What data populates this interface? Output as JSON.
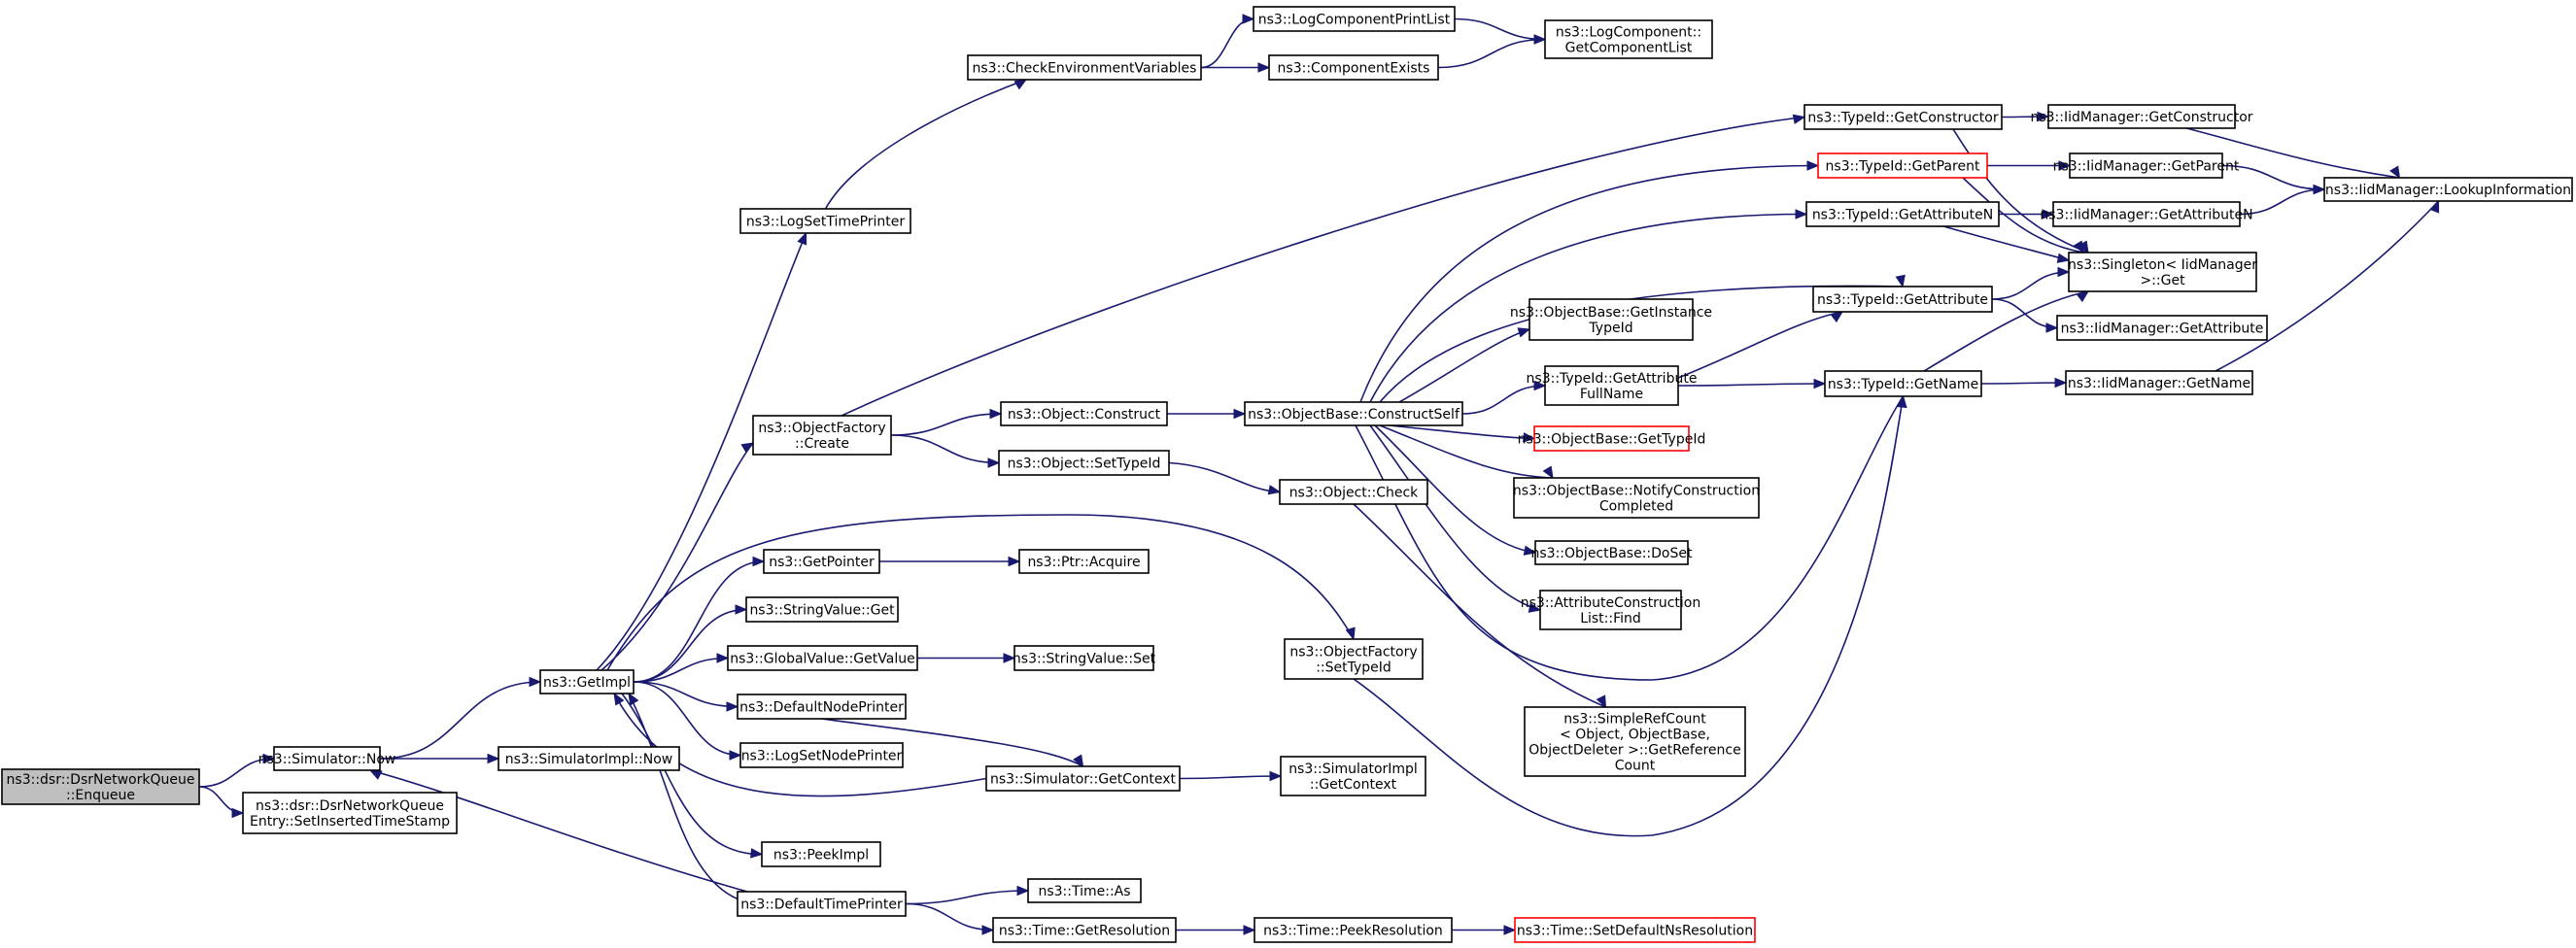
{
  "graph": {
    "title": "",
    "accent_colors": {
      "edge": "#191970",
      "node_border": "#000000",
      "root_fill": "#bfbfbf",
      "highlight_border": "#ff0000"
    },
    "nodes": {
      "enqueue": {
        "lines": [
          "ns3::dsr::DsrNetworkQueue",
          "::Enqueue"
        ]
      },
      "sim_now": {
        "lines": [
          "ns3::Simulator::Now"
        ]
      },
      "set_inserted": {
        "lines": [
          "ns3::dsr::DsrNetworkQueue",
          "Entry::SetInsertedTimeStamp"
        ]
      },
      "get_impl": {
        "lines": [
          "ns3::GetImpl"
        ]
      },
      "simimpl_now": {
        "lines": [
          "ns3::SimulatorImpl::Now"
        ]
      },
      "log_set_time_printer": {
        "lines": [
          "ns3::LogSetTimePrinter"
        ]
      },
      "object_factory_create": {
        "lines": [
          "ns3::ObjectFactory",
          "::Create"
        ]
      },
      "get_pointer": {
        "lines": [
          "ns3::GetPointer"
        ]
      },
      "stringvalue_get": {
        "lines": [
          "ns3::StringValue::Get"
        ]
      },
      "globalvalue_getvalue": {
        "lines": [
          "ns3::GlobalValue::GetValue"
        ]
      },
      "default_node_printer": {
        "lines": [
          "ns3::DefaultNodePrinter"
        ]
      },
      "log_set_node_printer": {
        "lines": [
          "ns3::LogSetNodePrinter"
        ]
      },
      "peek_impl": {
        "lines": [
          "ns3::PeekImpl"
        ]
      },
      "default_time_printer": {
        "lines": [
          "ns3::DefaultTimePrinter"
        ]
      },
      "check_env": {
        "lines": [
          "ns3::CheckEnvironmentVariables"
        ]
      },
      "log_component_print_list": {
        "lines": [
          "ns3::LogComponentPrintList"
        ]
      },
      "component_exists": {
        "lines": [
          "ns3::ComponentExists"
        ]
      },
      "log_component_get_list": {
        "lines": [
          "ns3::LogComponent::",
          "GetComponentList"
        ]
      },
      "object_construct": {
        "lines": [
          "ns3::Object::Construct"
        ]
      },
      "object_set_type_id": {
        "lines": [
          "ns3::Object::SetTypeId"
        ]
      },
      "ptr_acquire": {
        "lines": [
          "ns3::Ptr::Acquire"
        ]
      },
      "stringvalue_set": {
        "lines": [
          "ns3::StringValue::Set"
        ]
      },
      "simulator_get_context": {
        "lines": [
          "ns3::Simulator::GetContext"
        ]
      },
      "time_as": {
        "lines": [
          "ns3::Time::As"
        ]
      },
      "time_get_resolution": {
        "lines": [
          "ns3::Time::GetResolution"
        ]
      },
      "object_check": {
        "lines": [
          "ns3::Object::Check"
        ]
      },
      "objectbase_construct_self": {
        "lines": [
          "ns3::ObjectBase::ConstructSelf"
        ]
      },
      "objectfactory_set_type_id": {
        "lines": [
          "ns3::ObjectFactory",
          "::SetTypeId"
        ]
      },
      "simimpl_get_context": {
        "lines": [
          "ns3::SimulatorImpl",
          "::GetContext"
        ]
      },
      "time_peek_resolution": {
        "lines": [
          "ns3::Time::PeekResolution"
        ]
      },
      "typeid_get_constructor": {
        "lines": [
          "ns3::TypeId::GetConstructor"
        ]
      },
      "typeid_get_parent": {
        "lines": [
          "ns3::TypeId::GetParent"
        ]
      },
      "typeid_get_attribute_n": {
        "lines": [
          "ns3::TypeId::GetAttributeN"
        ]
      },
      "typeid_get_attribute": {
        "lines": [
          "ns3::TypeId::GetAttribute"
        ]
      },
      "objectbase_get_instance_type_id": {
        "lines": [
          "ns3::ObjectBase::GetInstance",
          "TypeId"
        ]
      },
      "typeid_get_attribute_full_name": {
        "lines": [
          "ns3::TypeId::GetAttribute",
          "FullName"
        ]
      },
      "objectbase_get_type_id": {
        "lines": [
          "ns3::ObjectBase::GetTypeId"
        ]
      },
      "objectbase_notify_construction": {
        "lines": [
          "ns3::ObjectBase::NotifyConstruction",
          "Completed"
        ]
      },
      "objectbase_do_set": {
        "lines": [
          "ns3::ObjectBase::DoSet"
        ]
      },
      "attribute_construction_list_find": {
        "lines": [
          "ns3::AttributeConstruction",
          "List::Find"
        ]
      },
      "simple_ref_count_get_reference_count": {
        "lines": [
          "ns3::SimpleRefCount",
          "< Object, ObjectBase,",
          " ObjectDeleter >::GetReference",
          "Count"
        ]
      },
      "time_set_default_ns_resolution": {
        "lines": [
          "ns3::Time::SetDefaultNsResolution"
        ]
      },
      "typeid_get_name": {
        "lines": [
          "ns3::TypeId::GetName"
        ]
      },
      "iidmanager_get_constructor": {
        "lines": [
          "ns3::IidManager::GetConstructor"
        ]
      },
      "iidmanager_get_parent": {
        "lines": [
          "ns3::IidManager::GetParent"
        ]
      },
      "iidmanager_get_attribute_n": {
        "lines": [
          "ns3::IidManager::GetAttributeN"
        ]
      },
      "singleton_iidmanager_get": {
        "lines": [
          "ns3::Singleton< IidManager",
          " >::Get"
        ]
      },
      "iidmanager_get_attribute": {
        "lines": [
          "ns3::IidManager::GetAttribute"
        ]
      },
      "iidmanager_get_name": {
        "lines": [
          "ns3::IidManager::GetName"
        ]
      },
      "iidmanager_lookup_information": {
        "lines": [
          "ns3::IidManager::LookupInformation"
        ]
      }
    }
  }
}
